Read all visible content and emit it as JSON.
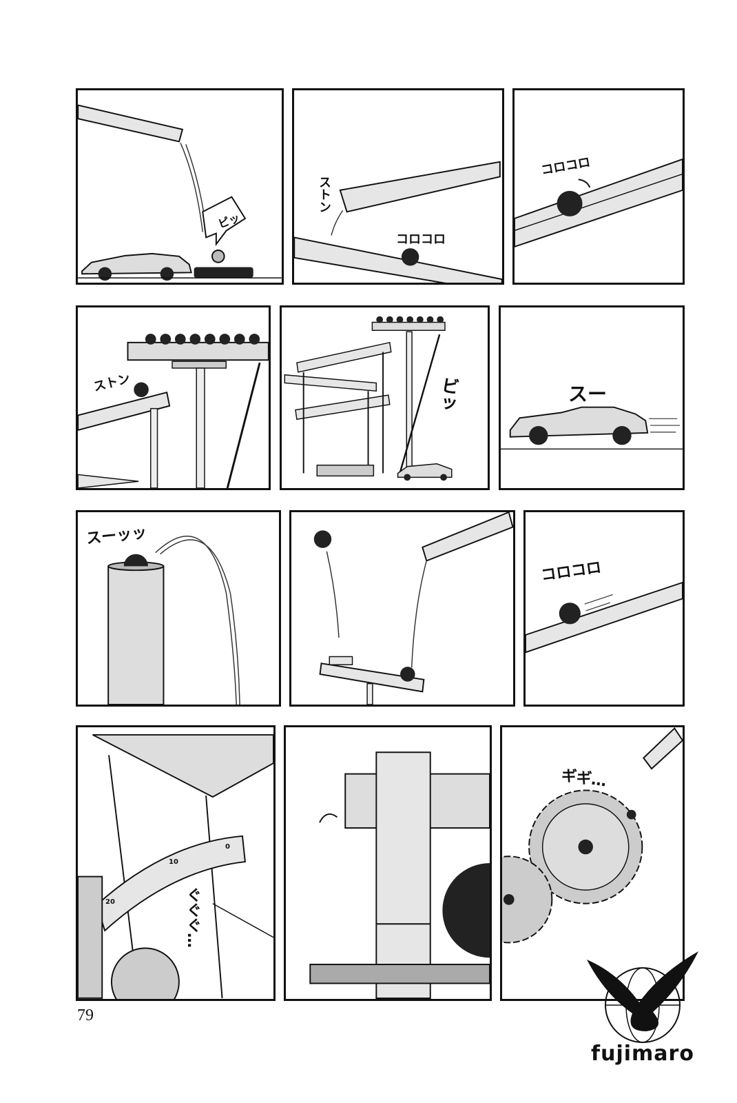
{
  "page": {
    "number": "79"
  },
  "sfx": {
    "pi": "ピッ",
    "suton_1": "ストン",
    "korokoro_1": "コロコロ",
    "korokoro_2": "コロコロ",
    "suton_2": "ストン",
    "bi": "ビッ",
    "su": "スー",
    "sutsu": "スーッッ",
    "korokoro_3": "コロコロ",
    "gugugu": "ぐぐぐ…",
    "gigi": "ギギ…"
  },
  "ruler": {
    "marks": [
      "0",
      "10",
      "20"
    ]
  },
  "logo": {
    "text": "fujimaro"
  }
}
